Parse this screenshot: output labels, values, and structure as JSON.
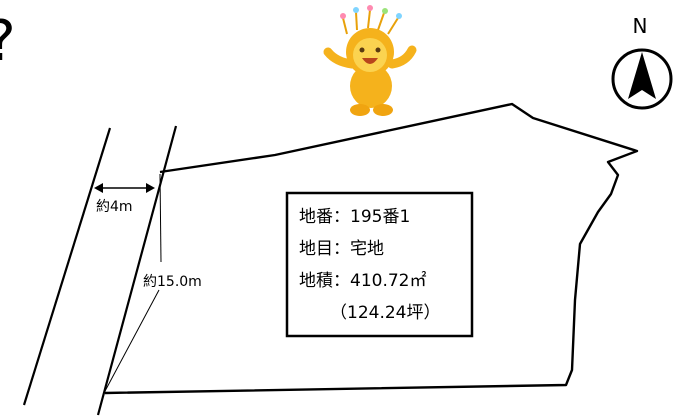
{
  "corner_mark": "?",
  "north_label": "N",
  "road_width_label": "約4m",
  "frontage_label": "約15.0m",
  "info": {
    "lot_number": "地番：195番1",
    "land_category": "地目：宅地",
    "area": "地積：410.72㎡",
    "area_tsubo": "（124.24坪）"
  },
  "colors": {
    "line": "#000000",
    "background": "#ffffff",
    "mascot_body": "#f5b21c",
    "mascot_face": "#fbd350"
  }
}
